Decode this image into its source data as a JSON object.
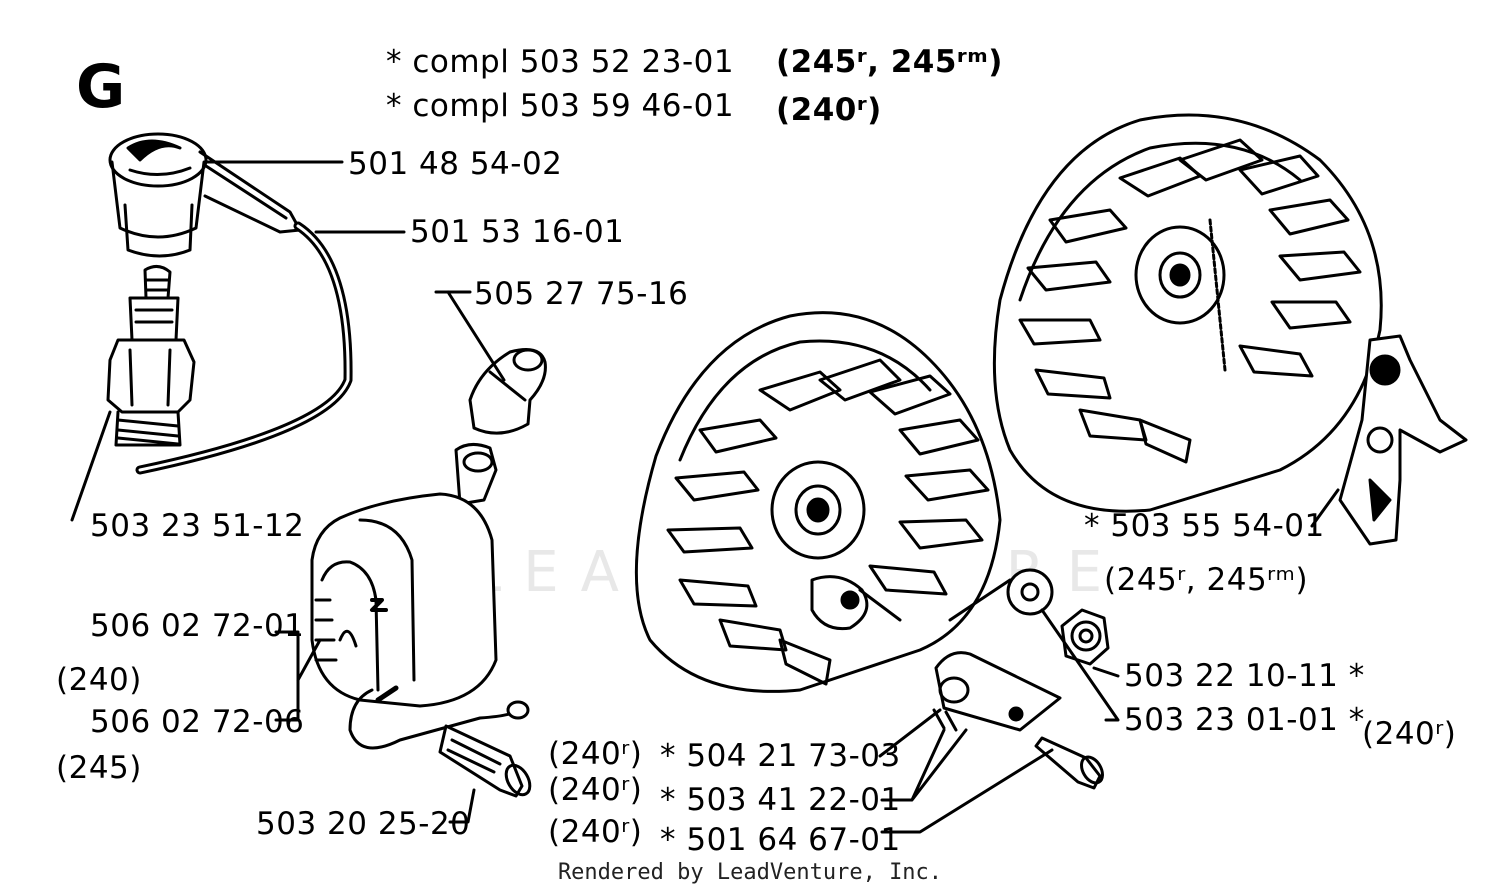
{
  "section": "G",
  "header_lines": [
    {
      "part": "*  compl 503 52 23-01",
      "models": "(245ʳ, 245ʳᵐ)"
    },
    {
      "part": "*  compl 503 59 46-01",
      "models": "(240ʳ)"
    }
  ],
  "labels": {
    "plug_cap": "501 48 54-02",
    "cable": "501 53 16-01",
    "boot": "505 27 75-16",
    "spark_plug": "503 23 51-12",
    "module_240_part": "506 02 72-01",
    "module_240_model": "(240)",
    "module_245_part": "506 02 72-06",
    "module_245_model": "(245)",
    "screw_module": "503 20 25-20",
    "pawl": "*  503 55 54-01",
    "pawl_models": "(245ʳ, 245ʳᵐ)",
    "nut": "503 22 10-11  *",
    "washer": "503 23 01-01  *",
    "washer_model": "(240ʳ)",
    "pawl_240_model": "(240ʳ)",
    "pawl_240_part": "*  504 21 73-03",
    "spring_240_model": "(240ʳ)",
    "spring_240_part": "*  503 41 22-01",
    "screw_240_model": "(240ʳ)",
    "screw_240_part": "*  501 64 67-01"
  },
  "watermark": "LEADVENTURE",
  "footer": "Rendered by LeadVenture, Inc."
}
